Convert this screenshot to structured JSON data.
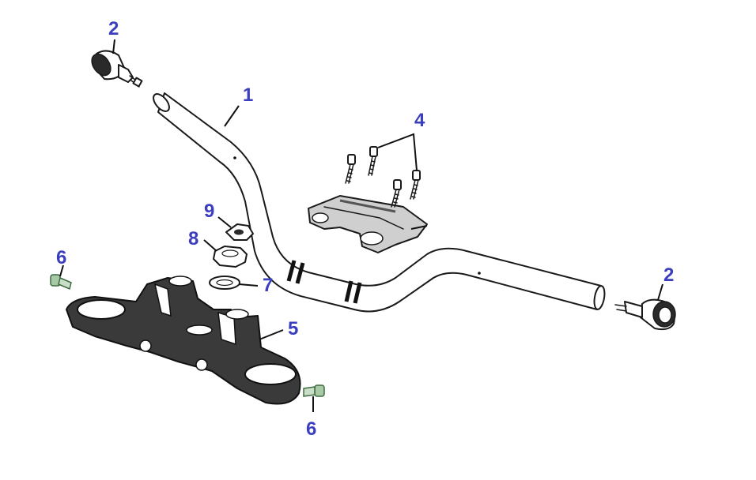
{
  "colors": {
    "callout_text": "#3b3fbf",
    "leader": "#111111",
    "outline": "#1a1a1a",
    "bolt_green": "#7fa882",
    "background": "#ffffff"
  },
  "callouts": [
    {
      "id": "handlebar",
      "label": "1"
    },
    {
      "id": "bar-end-left",
      "label": "2"
    },
    {
      "id": "bar-end-right",
      "label": "2"
    },
    {
      "id": "clamp-bolts",
      "label": "4"
    },
    {
      "id": "triple-clamp",
      "label": "5"
    },
    {
      "id": "bolt-left",
      "label": "6"
    },
    {
      "id": "bolt-bottom",
      "label": "6"
    },
    {
      "id": "washer",
      "label": "7"
    },
    {
      "id": "nut",
      "label": "8"
    },
    {
      "id": "cap",
      "label": "9"
    }
  ]
}
